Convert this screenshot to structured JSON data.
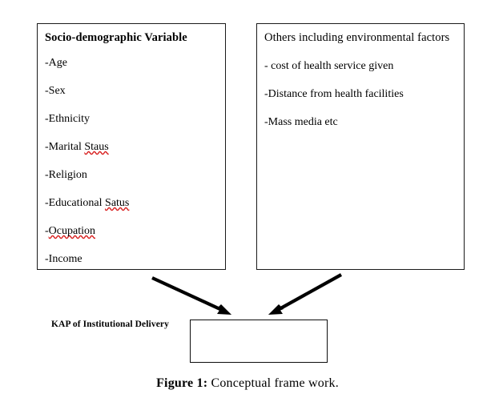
{
  "figure": {
    "caption_label": "Figure 1:",
    "caption_text": " Conceptual frame work."
  },
  "boxes": {
    "socio_demographic": {
      "title": "Socio-demographic Variable",
      "items": [
        "-Age",
        "-Sex",
        "-Ethnicity",
        "-Marital Staus",
        "-Religion",
        "-Educational Satus",
        "-Ocupation",
        "-Income"
      ],
      "misspelled_items": [
        "Staus",
        "Satus",
        "Ocupation"
      ]
    },
    "others": {
      "title": "Others including environmental factors",
      "items": [
        "- cost of health service given",
        "-Distance from health facilities",
        "-Mass media etc"
      ]
    },
    "outcome": {
      "label": "KAP of Institutional Delivery",
      "content": ""
    }
  },
  "arrows": [
    {
      "name": "arrow-socio-to-outcome",
      "from_box": "socio_demographic",
      "to_box": "outcome"
    },
    {
      "name": "arrow-others-to-outcome",
      "from_box": "others",
      "to_box": "outcome"
    }
  ],
  "colors": {
    "background": "#ffffff",
    "ink": "#000000",
    "border": "#1a1a1a",
    "spellcheck_underline": "#d81e1e"
  }
}
